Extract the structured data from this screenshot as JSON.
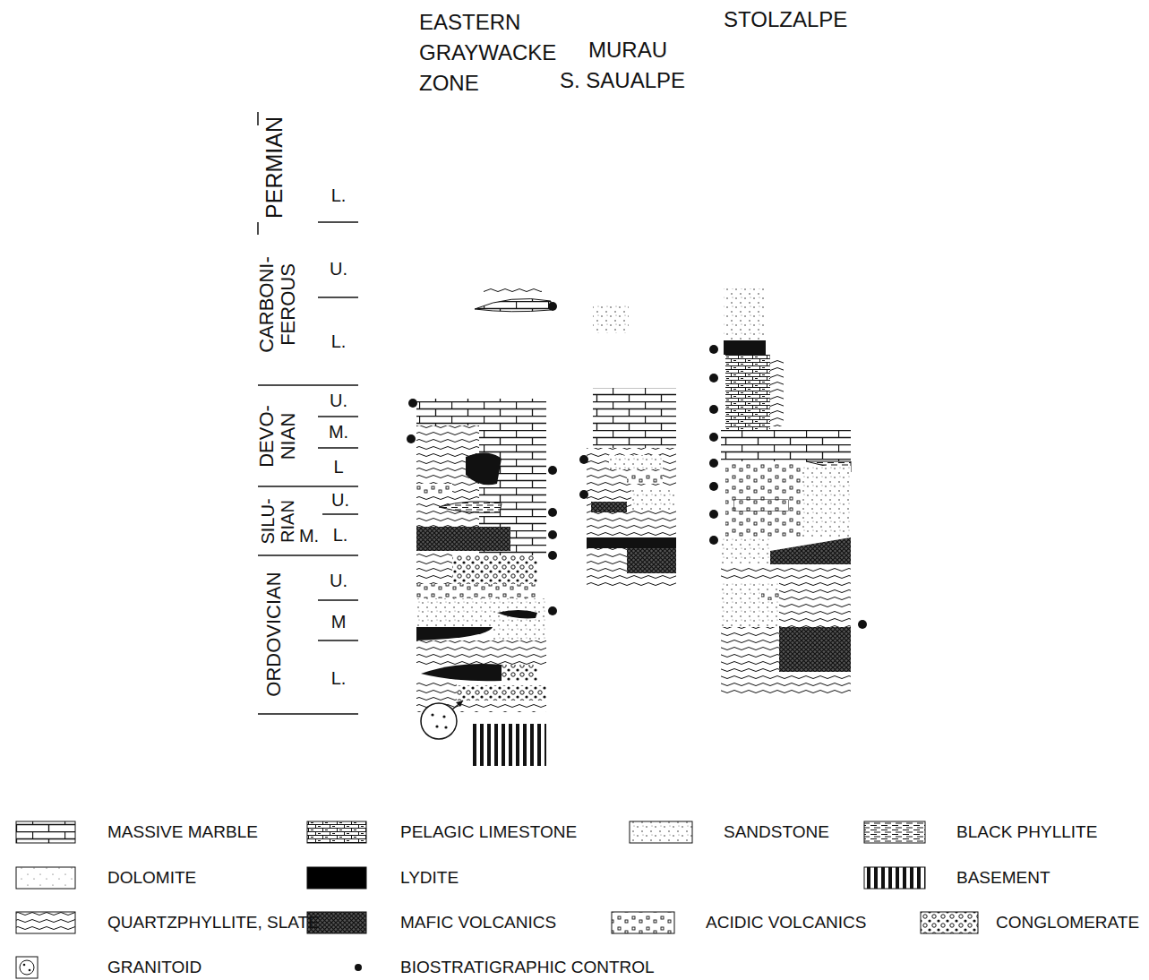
{
  "diagram": {
    "labels": [
      "EASTERN GRAYWACKE ZONE",
      "MURAU",
      "S. SAUALPE",
      "STOLZALPE",
      "PERMIAN",
      "L.",
      "CARBONI- FEROUS",
      "U.",
      "L.",
      "DEVO- NIAN",
      "U.",
      "M.",
      "L",
      "SILU- RIAN",
      "M.",
      "U.",
      "L.",
      "ORDOVICIAN",
      "U.",
      "M",
      "L."
    ],
    "legend": [
      {
        "text": "MASSIVE MARBLE"
      },
      {
        "text": "PELAGIC LIMESTONE"
      },
      {
        "text": "SANDSTONE"
      },
      {
        "text": "BLACK PHYLLITE"
      },
      {
        "text": "DOLOMITE"
      },
      {
        "text": "LYDITE",
        "color": "#000000"
      },
      {
        "text": "BASEMENT"
      },
      {
        "text": "QUARTZPHYLLITE, SLATE"
      },
      {
        "text": "MAFIC VOLCANICS"
      },
      {
        "text": "ACIDIC VOLCANICS"
      },
      {
        "text": "CONGLOMERATE"
      },
      {
        "text": "GRANITOID"
      },
      {
        "text": "BIOSTRATIGRAPHIC CONTROL"
      }
    ]
  }
}
